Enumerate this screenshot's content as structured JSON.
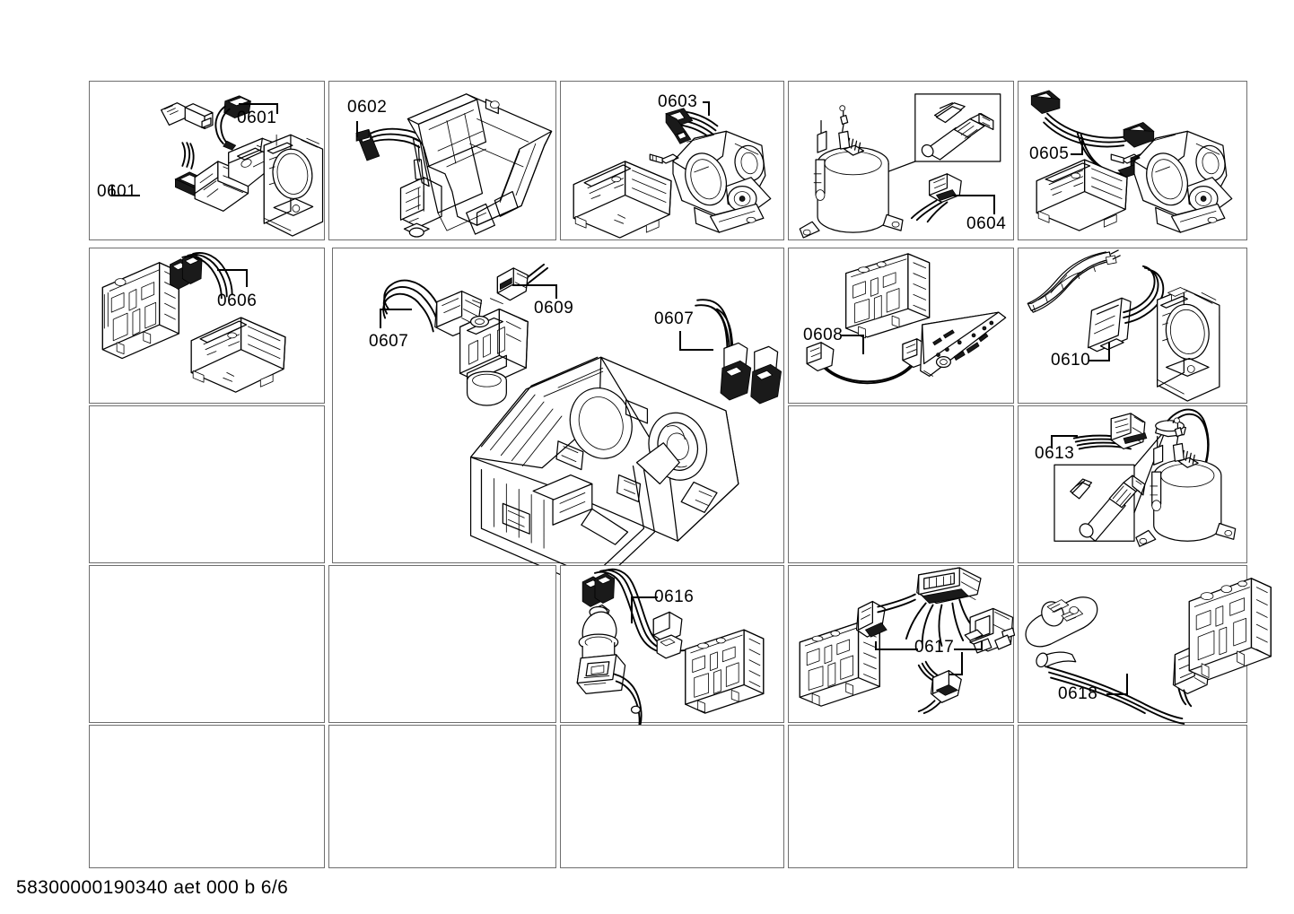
{
  "document": {
    "footer_code": "58300000190340 aet 000 b 6/6",
    "type": "exploded-view-parts-diagram",
    "page": "6/6"
  },
  "grid": {
    "columns": 5,
    "rows": 5,
    "description": "Spare-parts illustration grid; each cell shows an assembly variant with numbered callouts"
  },
  "cells": [
    {
      "id": "cell-r1c1",
      "row": 1,
      "col": 1,
      "empty": false,
      "callouts": [
        {
          "id": "c-0601-a",
          "label": "0601"
        },
        {
          "id": "c-0601-b",
          "label": "0601"
        }
      ],
      "parts": [
        "temperature-sensor",
        "wiring-harness-connector",
        "door-lock-assembly",
        "front-panel-frame"
      ]
    },
    {
      "id": "cell-r1c2",
      "row": 1,
      "col": 2,
      "empty": false,
      "callouts": [
        {
          "id": "c-0602",
          "label": "0602"
        }
      ],
      "parts": [
        "wiring-harness",
        "solenoid-valve",
        "condenser-housing"
      ]
    },
    {
      "id": "cell-r1c3",
      "row": 1,
      "col": 3,
      "empty": false,
      "callouts": [
        {
          "id": "c-0603",
          "label": "0603"
        }
      ],
      "parts": [
        "motor-cable-harness",
        "control-module",
        "drive-motor"
      ]
    },
    {
      "id": "cell-r1c4",
      "row": 1,
      "col": 4,
      "empty": false,
      "callouts": [
        {
          "id": "c-0604",
          "label": "0604"
        }
      ],
      "parts": [
        "compressor",
        "sensor-detail-inset",
        "connector-lead"
      ]
    },
    {
      "id": "cell-r1c5",
      "row": 1,
      "col": 5,
      "empty": false,
      "callouts": [
        {
          "id": "c-0605",
          "label": "0605"
        }
      ],
      "parts": [
        "branched-cable-harness",
        "control-module",
        "drive-motor"
      ]
    },
    {
      "id": "cell-r2c1",
      "row": 2,
      "col": 1,
      "empty": false,
      "callouts": [
        {
          "id": "c-0606",
          "label": "0606"
        }
      ],
      "parts": [
        "control-board",
        "twin-connector-cable",
        "control-module"
      ]
    },
    {
      "id": "cell-merged-r2r3-c2c3",
      "row": 2,
      "col": 2,
      "span_cols": 2,
      "span_rows": 2,
      "empty": false,
      "callouts": [
        {
          "id": "c-0607-a",
          "label": "0607"
        },
        {
          "id": "c-0609",
          "label": "0609"
        },
        {
          "id": "c-0607-b",
          "label": "0607"
        }
      ],
      "parts": [
        "sensor-cable",
        "flat-connector",
        "drain-pump",
        "base-frame-chassis",
        "fan-housing",
        "twin-lead-harness"
      ]
    },
    {
      "id": "cell-r2c4",
      "row": 2,
      "col": 4,
      "empty": false,
      "callouts": [
        {
          "id": "c-0608",
          "label": "0608"
        }
      ],
      "parts": [
        "power-board",
        "ribbon-jumper-cable",
        "display-board"
      ]
    },
    {
      "id": "cell-r2c5",
      "row": 2,
      "col": 5,
      "empty": false,
      "callouts": [
        {
          "id": "c-0610",
          "label": "0610"
        }
      ],
      "parts": [
        "curved-trim-strip",
        "door-lock-switch",
        "front-panel-frame"
      ]
    },
    {
      "id": "cell-r3c1",
      "row": 3,
      "col": 1,
      "empty": true,
      "callouts": [],
      "parts": []
    },
    {
      "id": "cell-r3c4",
      "row": 3,
      "col": 4,
      "empty": true,
      "callouts": [],
      "parts": []
    },
    {
      "id": "cell-r3c5",
      "row": 3,
      "col": 5,
      "empty": false,
      "callouts": [
        {
          "id": "c-0613",
          "label": "0613"
        }
      ],
      "parts": [
        "multi-wire-connector",
        "sensor-detail-inset",
        "compressor"
      ]
    },
    {
      "id": "cell-r4c1",
      "row": 4,
      "col": 1,
      "empty": true,
      "callouts": [],
      "parts": []
    },
    {
      "id": "cell-r4c2",
      "row": 4,
      "col": 2,
      "empty": true,
      "callouts": [],
      "parts": []
    },
    {
      "id": "cell-r4c3",
      "row": 4,
      "col": 3,
      "empty": false,
      "callouts": [
        {
          "id": "c-0616",
          "label": "0616"
        }
      ],
      "parts": [
        "twin-connector-cable",
        "water-level-sensor",
        "control-board"
      ]
    },
    {
      "id": "cell-r4c4",
      "row": 4,
      "col": 4,
      "empty": false,
      "callouts": [
        {
          "id": "c-0617",
          "label": "0617"
        }
      ],
      "parts": [
        "control-board",
        "single-connector-lead",
        "multi-pin-connector-block",
        "relay-block",
        "three-wire-plug"
      ]
    },
    {
      "id": "cell-r4c5",
      "row": 4,
      "col": 5,
      "empty": false,
      "callouts": [
        {
          "id": "c-0618",
          "label": "0618"
        }
      ],
      "parts": [
        "capsule-module",
        "ribbon-sensor-cable",
        "control-board"
      ]
    },
    {
      "id": "cell-r5c1",
      "row": 5,
      "col": 1,
      "empty": true,
      "callouts": [],
      "parts": []
    },
    {
      "id": "cell-r5c2",
      "row": 5,
      "col": 2,
      "empty": true,
      "callouts": [],
      "parts": []
    },
    {
      "id": "cell-r5c3",
      "row": 5,
      "col": 3,
      "empty": true,
      "callouts": [],
      "parts": []
    },
    {
      "id": "cell-r5c4",
      "row": 5,
      "col": 4,
      "empty": true,
      "callouts": [],
      "parts": []
    },
    {
      "id": "cell-r5c5",
      "row": 5,
      "col": 5,
      "empty": true,
      "callouts": [],
      "parts": []
    }
  ],
  "labels": {
    "l0601a": "0601",
    "l0601b": "0601",
    "l0602": "0602",
    "l0603": "0603",
    "l0604": "0604",
    "l0605": "0605",
    "l0606": "0606",
    "l0607a": "0607",
    "l0607b": "0607",
    "l0608": "0608",
    "l0609": "0609",
    "l0610": "0610",
    "l0613": "0613",
    "l0616": "0616",
    "l0617": "0617",
    "l0618": "0618"
  },
  "colors": {
    "border": "#6e6e6e",
    "line": "#000000",
    "background": "#ffffff"
  }
}
